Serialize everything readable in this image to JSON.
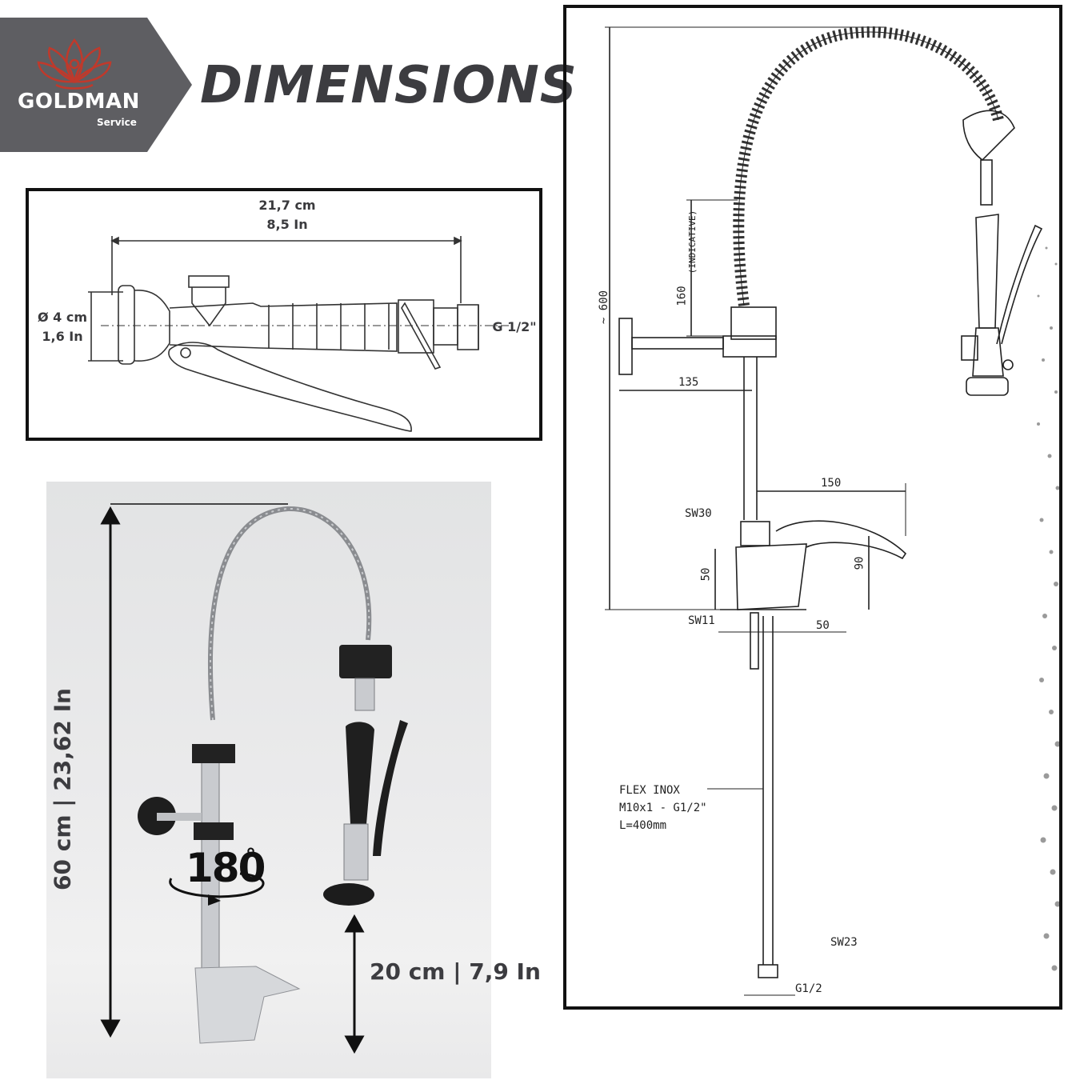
{
  "brand": {
    "name": "GOLDMAN",
    "subtitle": "Service",
    "logo_icon": "lotus-icon",
    "colors": {
      "badge": "#5e5e62",
      "logo": "#c0392b"
    }
  },
  "header": {
    "title": "DIMENSIONS"
  },
  "handle_drawing": {
    "length_cm": "21,7 cm",
    "length_in": "8,5 In",
    "diameter_cm": "Ø 4 cm",
    "diameter_in": "1,6 In",
    "thread": "G 1/2\""
  },
  "photo": {
    "height_label": "60 cm  |  23,62 In",
    "rotation_value": "180",
    "rotation_unit": "°",
    "spray_height_label": "20 cm  |  7,9 In"
  },
  "tech_drawing": {
    "height": "~ 600",
    "hose_dim": "160",
    "hose_note": "(INDICATIVE)",
    "wall_arm": "135",
    "spout_reach": "150",
    "nut_top": "SW30",
    "body_height": "50",
    "lever_height": "90",
    "nut_bottom": "SW11",
    "base_width": "50",
    "flex_line1": "FLEX INOX",
    "flex_line2": "M10x1 - G1/2\"",
    "flex_line3": "L=400mm",
    "nut_end": "SW23",
    "thread_end": "G1/2"
  }
}
